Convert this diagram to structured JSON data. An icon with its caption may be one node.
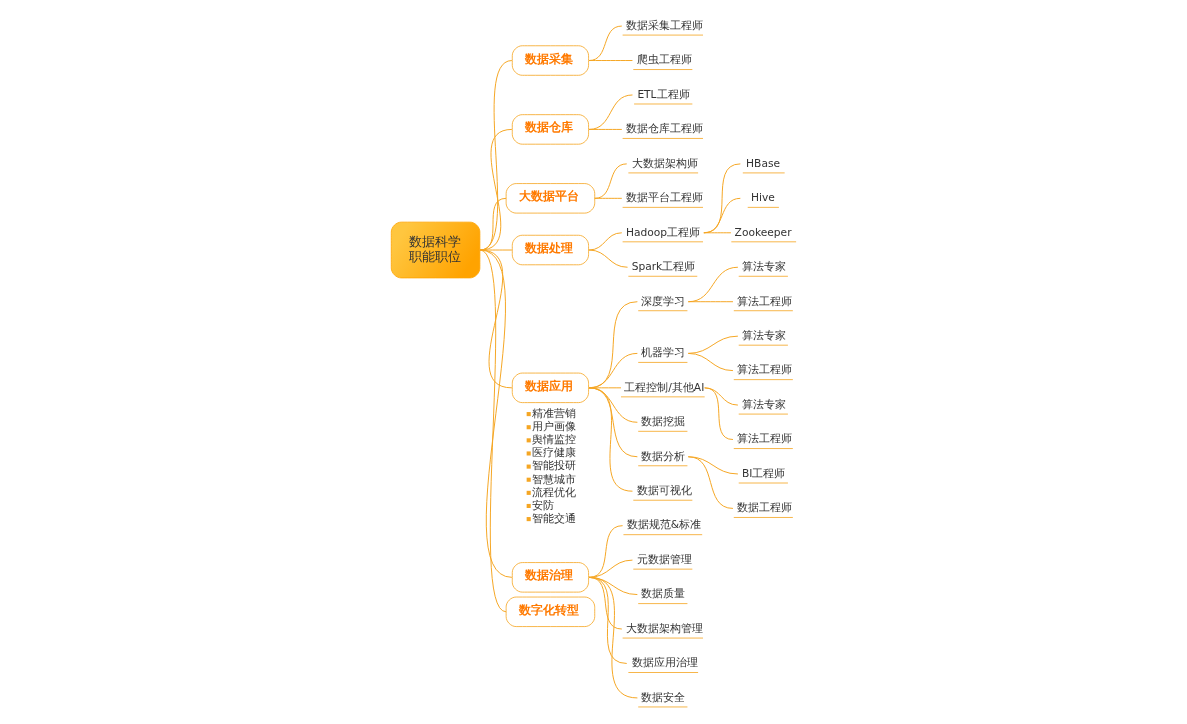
{
  "diagram": {
    "nodes": [
      {
        "text": [
          "数据科学职能职位"
        ]
      },
      {
        "text": [
          "数据采集"
        ]
      },
      {
        "text": [
          "数据采集工程师"
        ]
      },
      {
        "text": [
          "爬虫工程师"
        ]
      },
      {
        "text": [
          "数据仓库"
        ]
      },
      {
        "text": [
          "ETL工程师"
        ]
      },
      {
        "text": [
          "数据仓库工程师"
        ]
      },
      {
        "text": [
          "大数据平台"
        ]
      },
      {
        "text": [
          "大数据架构师"
        ]
      },
      {
        "text": [
          "数据平台工程师"
        ]
      },
      {
        "text": [
          "数据处理"
        ]
      },
      {
        "text": [
          "Hadoop工程师"
        ]
      },
      {
        "text": [
          "HBase"
        ]
      },
      {
        "text": [
          "Hive"
        ]
      },
      {
        "text": [
          "Zookeeper"
        ]
      },
      {
        "text": [
          "Spark工程师"
        ]
      },
      {
        "text": [
          "数据应用"
        ],
        "beside": [
          "精准营销",
          "用户画像",
          "舆情监控",
          "医疗健康",
          "智能投研",
          "智慧城市",
          "流程优化",
          "安防",
          "智能交通"
        ]
      },
      {
        "text": [
          "深度学习"
        ]
      },
      {
        "text": [
          "算法专家"
        ]
      },
      {
        "text": [
          "算法工程师"
        ]
      },
      {
        "text": [
          "机器学习"
        ]
      },
      {
        "text": [
          "算法专家"
        ]
      },
      {
        "text": [
          "算法工程师"
        ]
      },
      {
        "text": [
          "工程控制/其他AI"
        ]
      },
      {
        "text": [
          "算法专家"
        ]
      },
      {
        "text": [
          "算法工程师"
        ]
      },
      {
        "text": [
          "数据挖掘"
        ]
      },
      {
        "text": [
          "数据分析"
        ]
      },
      {
        "text": [
          "BI工程师"
        ]
      },
      {
        "text": [
          "数据工程师"
        ]
      },
      {
        "text": [
          "数据可视化"
        ]
      },
      {
        "text": [
          "数据治理"
        ]
      },
      {
        "text": [
          "数据规范&标准"
        ]
      },
      {
        "text": [
          "元数据管理"
        ]
      },
      {
        "text": [
          "数据质量"
        ]
      },
      {
        "text": [
          "大数据架构管理"
        ]
      },
      {
        "text": [
          "数据应用治理"
        ]
      },
      {
        "text": [
          "数据安全"
        ]
      },
      {
        "text": [
          "数字化转型"
        ]
      }
    ],
    "edges": [
      {
        "from": 0,
        "to": 1,
        "arrow": "none"
      },
      {
        "from": 1,
        "to": 2,
        "arrow": "none"
      },
      {
        "from": 1,
        "to": 3,
        "arrow": "none"
      },
      {
        "from": 0,
        "to": 4,
        "arrow": "none"
      },
      {
        "from": 4,
        "to": 5,
        "arrow": "none"
      },
      {
        "from": 4,
        "to": 6,
        "arrow": "none"
      },
      {
        "from": 0,
        "to": 7,
        "arrow": "none"
      },
      {
        "from": 7,
        "to": 8,
        "arrow": "none"
      },
      {
        "from": 7,
        "to": 9,
        "arrow": "none"
      },
      {
        "from": 0,
        "to": 10,
        "arrow": "none"
      },
      {
        "from": 10,
        "to": 11,
        "arrow": "none"
      },
      {
        "from": 11,
        "to": 12,
        "arrow": "none"
      },
      {
        "from": 11,
        "to": 13,
        "arrow": "none"
      },
      {
        "from": 11,
        "to": 14,
        "arrow": "none"
      },
      {
        "from": 10,
        "to": 15,
        "arrow": "none"
      },
      {
        "from": 0,
        "to": 16,
        "arrow": "none"
      },
      {
        "from": 16,
        "to": 17,
        "arrow": "none"
      },
      {
        "from": 17,
        "to": 18,
        "arrow": "none"
      },
      {
        "from": 17,
        "to": 19,
        "arrow": "none"
      },
      {
        "from": 16,
        "to": 20,
        "arrow": "none"
      },
      {
        "from": 20,
        "to": 21,
        "arrow": "none"
      },
      {
        "from": 20,
        "to": 22,
        "arrow": "none"
      },
      {
        "from": 16,
        "to": 23,
        "arrow": "none"
      },
      {
        "from": 23,
        "to": 24,
        "arrow": "none"
      },
      {
        "from": 23,
        "to": 25,
        "arrow": "none"
      },
      {
        "from": 16,
        "to": 26,
        "arrow": "none"
      },
      {
        "from": 16,
        "to": 27,
        "arrow": "none"
      },
      {
        "from": 27,
        "to": 28,
        "arrow": "none"
      },
      {
        "from": 27,
        "to": 29,
        "arrow": "none"
      },
      {
        "from": 16,
        "to": 30,
        "arrow": "none"
      },
      {
        "from": 0,
        "to": 31,
        "arrow": "none"
      },
      {
        "from": 31,
        "to": 32,
        "arrow": "none"
      },
      {
        "from": 31,
        "to": 33,
        "arrow": "none"
      },
      {
        "from": 31,
        "to": 34,
        "arrow": "none"
      },
      {
        "from": 31,
        "to": 35,
        "arrow": "none"
      },
      {
        "from": 31,
        "to": 36,
        "arrow": "none"
      },
      {
        "from": 31,
        "to": 37,
        "arrow": "none"
      },
      {
        "from": 0,
        "to": 38,
        "arrow": "none"
      }
    ]
  }
}
